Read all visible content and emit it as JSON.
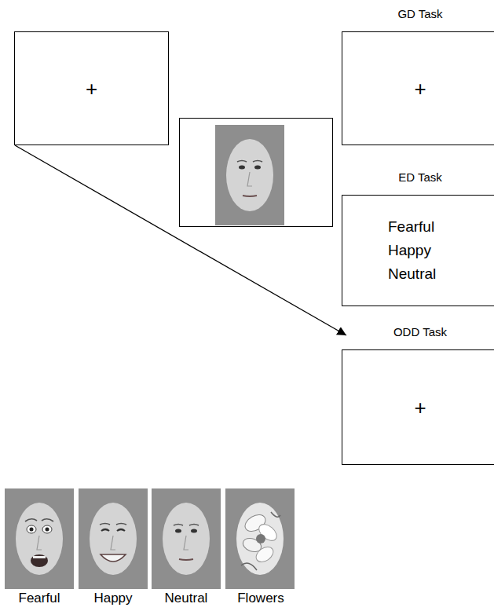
{
  "diagram": {
    "nodes": [
      {
        "text": [
          "+"
        ]
      },
      {
        "text": [
          "GD Task",
          "+"
        ]
      },
      {
        "text": [
          "ED Task",
          "Fearful",
          "Happy",
          "Neutral"
        ]
      },
      {
        "text": [
          "ODD Task",
          "+"
        ]
      }
    ],
    "edges": [
      {
        "from": 0,
        "to": 3,
        "arrow": "to"
      }
    ],
    "labels": [
      "Fearful",
      "Happy",
      "Neutral",
      "Flowers"
    ]
  }
}
